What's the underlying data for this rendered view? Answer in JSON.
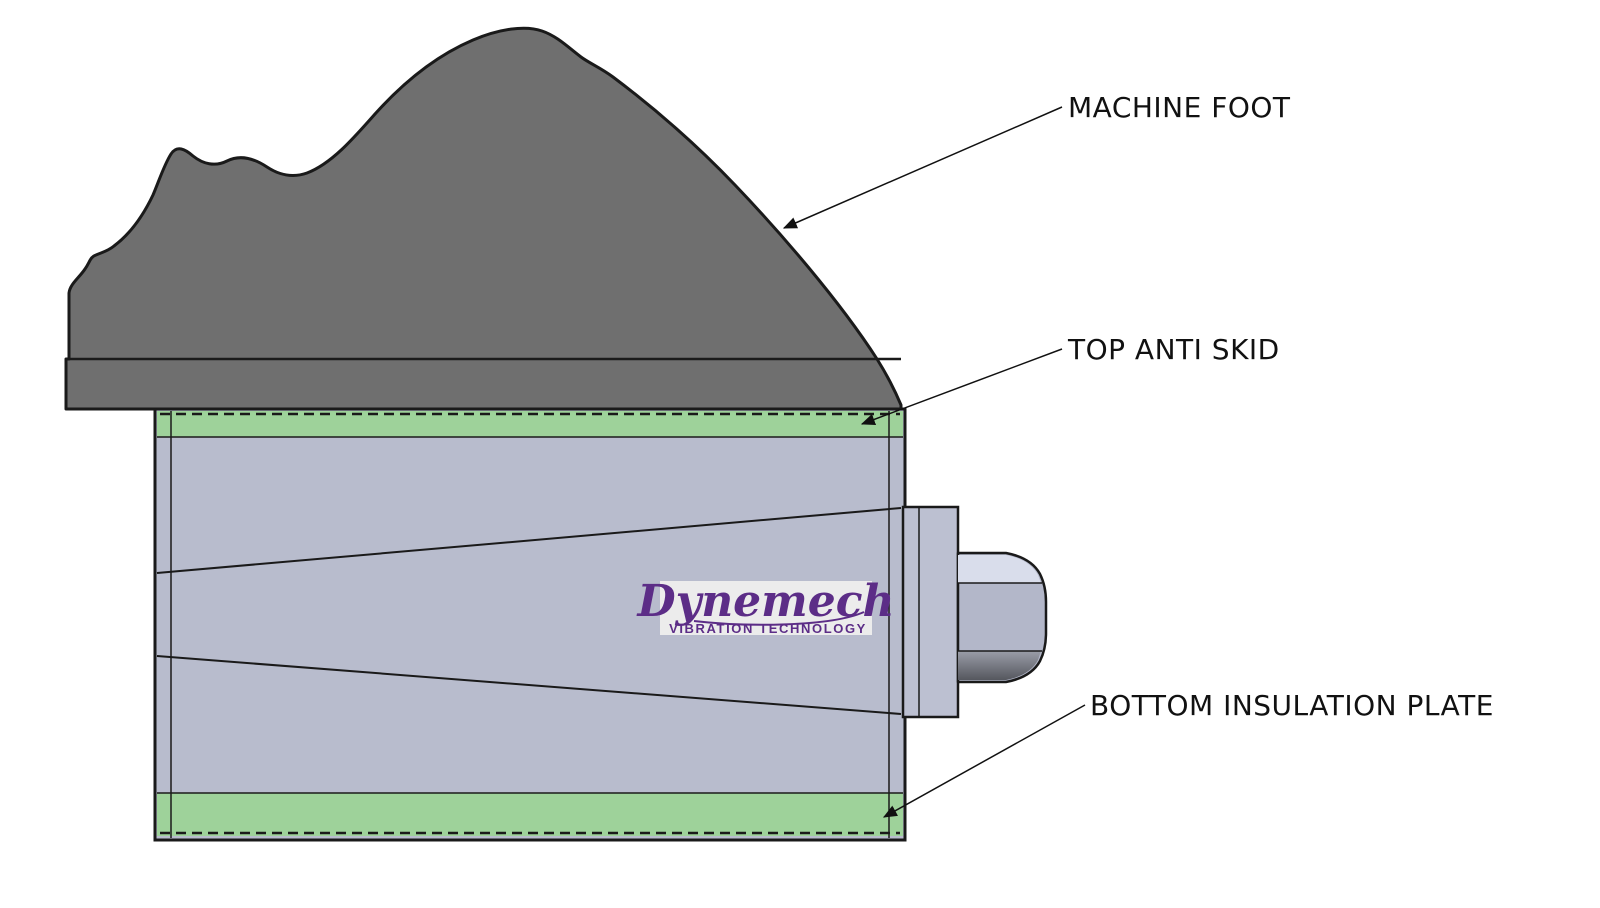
{
  "labels": {
    "machine_foot": "MACHINE FOOT",
    "top_anti_skid": "TOP ANTI SKID",
    "bottom_insulation_plate": "BOTTOM INSULATION PLATE"
  },
  "logo": {
    "brand": "Dynemech",
    "tagline": "VIBRATION TECHNOLOGY"
  },
  "colors": {
    "machine_foot_gray": "#6f6f6f",
    "body_lavender": "#b8bccd",
    "side_face_lavender": "#aeb2c4",
    "anti_skid_green": "#9ed29a",
    "plate_lavender": "#bcc0d1",
    "bolt_light_facet": "#d9ddeb",
    "bolt_mid_facet": "#b3b7c9",
    "outline": "#1a1a1a",
    "logo_purple": "#5c2d87",
    "logo_background": "#ececec",
    "page_background": "#ffffff"
  }
}
